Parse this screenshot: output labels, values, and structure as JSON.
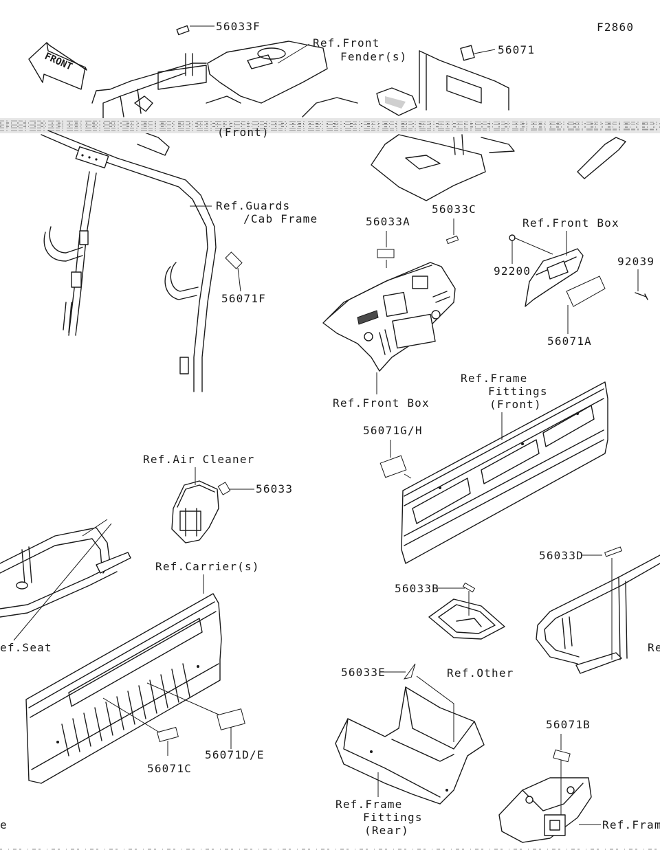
{
  "diagram": {
    "figure_id": "F2860",
    "direction_arrow": "FRONT",
    "labels": {
      "p56033F": "56033F",
      "ref_front_fender_1": "Ref.Front",
      "ref_front_fender_2": "Fender(s)",
      "p56071": "56071",
      "ref_front_partial": "(Front)",
      "ref_guards_1": "Ref.Guards",
      "ref_guards_2": "/Cab Frame",
      "p56071F": "56071F",
      "p56033A": "56033A",
      "p56033C": "56033C",
      "ref_front_box_top": "Ref.Front Box",
      "p92200": "92200",
      "p92039": "92039",
      "p56071A": "56071A",
      "ref_front_box_bottom": "Ref.Front Box",
      "ref_frame_front_1": "Ref.Frame",
      "ref_frame_front_2": "Fittings",
      "ref_frame_front_3": "(Front)",
      "p56071GH": "56071G/H",
      "ref_air_cleaner": "Ref.Air Cleaner",
      "p56033": "56033",
      "p56033D": "56033D",
      "ref_carriers": "Ref.Carrier(s)",
      "ref_seat": "ef.Seat",
      "p56033B": "56033B",
      "ref_other": "Ref.Other",
      "ref_partial_right": "Re",
      "p56033E": "56033E",
      "p56071C": "56071C",
      "p56071DE": "56071D/E",
      "p56071B": "56071B",
      "ref_frame_rear_1": "Ref.Frame",
      "ref_frame_rear_2": "Fittings",
      "ref_frame_rear_3": "(Rear)",
      "ref_frame_partial": "Ref.Frame",
      "partial_left_e": "e"
    }
  }
}
